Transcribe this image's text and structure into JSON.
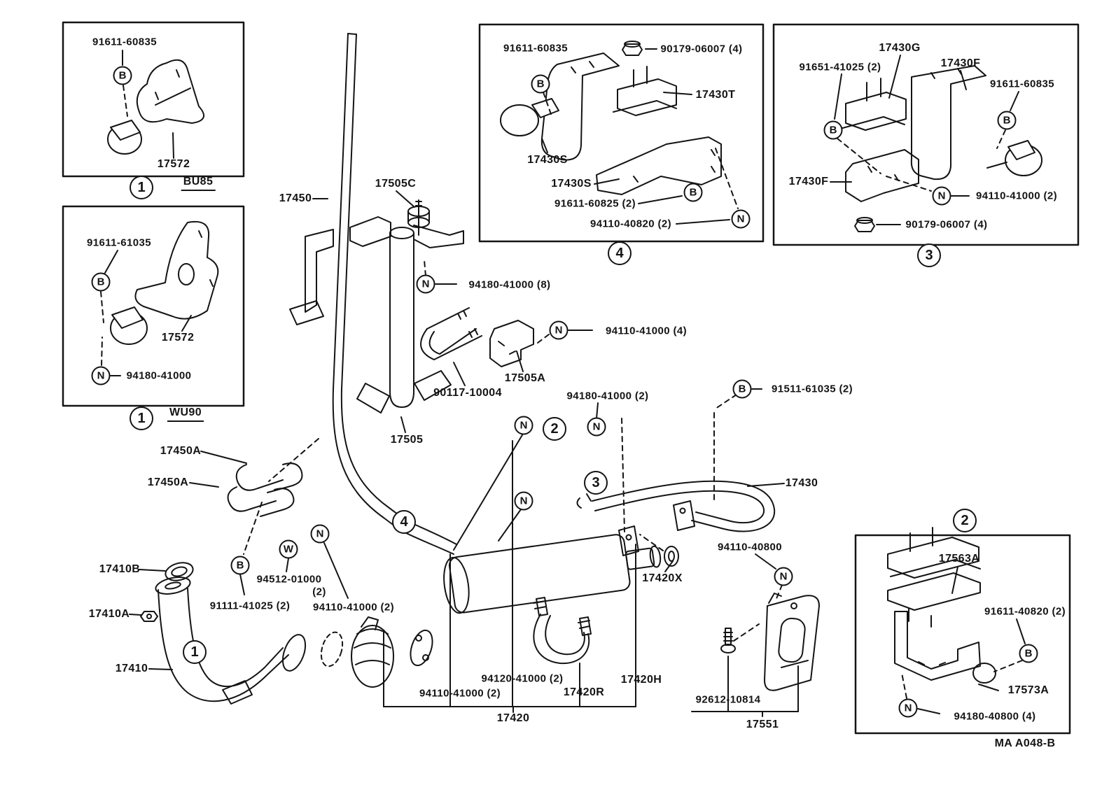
{
  "drawing": {
    "code": "MA A048-B"
  },
  "callouts": {
    "b": "B",
    "n": "N",
    "w": "W",
    "one": "1",
    "two": "2",
    "three": "3",
    "four": "4"
  },
  "insets": {
    "bu85": {
      "bolt": "91611-60835",
      "bracket": "17572",
      "code": "BU85"
    },
    "wu90": {
      "bolt": "91611-61035",
      "bracket": "17572",
      "nut": "94180-41000",
      "code": "WU90"
    },
    "box4": {
      "bolt_top": "91611-60835",
      "nut_top": "90179-06007 (4)",
      "mount": "17430T",
      "bracket_a": "17430S",
      "bracket_b": "17430S",
      "bolt_pair": "91611-60825 (2)",
      "nut_pair": "94110-40820 (2)"
    },
    "box3": {
      "mount": "17430G",
      "bolt_pair": "91651-41025 (2)",
      "bracket_a": "17430F",
      "bolt": "91611-60835",
      "bracket_b": "17430F",
      "nut_pair": "94110-41000 (2)",
      "nut_four": "90179-06007 (4)"
    },
    "box2": {
      "mount": "17563A",
      "bolt_pair": "91611-40820 (2)",
      "bracket": "17573A",
      "nut_four": "94180-40800 (4)"
    }
  },
  "parts": {
    "front_pipe": "17450",
    "insulator_c": "17505C",
    "nut_8": "94180-41000 (8)",
    "nut_4": "94110-41000 (4)",
    "u_bolt": "90117-10004",
    "clamp_a": "17505A",
    "stay": "17505",
    "nut_2_rear": "94180-41000 (2)",
    "bolt_2_rear": "91511-61035 (2)",
    "tail_pipe": "17430",
    "clamp1": "17450A",
    "clamp2": "17450A",
    "gasket_b": "17410B",
    "bolt_w": "94512-01000",
    "bolt_w_qty": "(2)",
    "bolt_pair_flange": "91111-41025 (2)",
    "nut_pair_flange": "94110-41000 (2)",
    "nut_a": "17410A",
    "exhaust_pipe": "17410",
    "nut_hanger": "94110-40800",
    "gasket_x": "17420X",
    "bolt_pair_mid": "94120-41000 (2)",
    "hook": "17420R",
    "hanger_h": "17420H",
    "nut_pair_mid": "94110-41000 (2)",
    "muffler": "17420",
    "screw": "92612-10814",
    "protector": "17551"
  }
}
